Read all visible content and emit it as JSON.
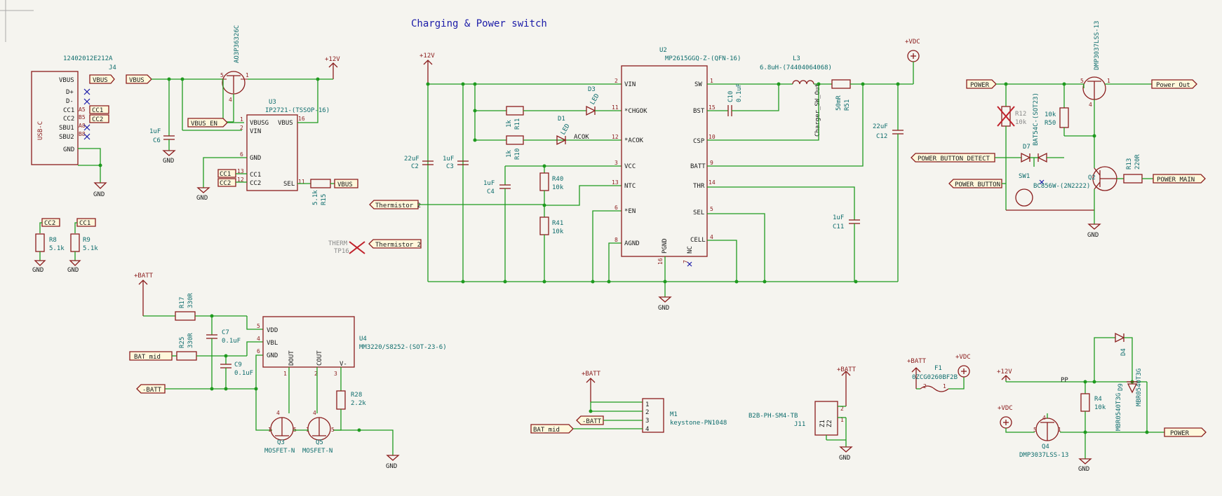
{
  "title": "Charging & Power switch",
  "colors": {
    "wire": "#1f9a1f",
    "body": "#8a1c1c",
    "ref": "#0e6d6d",
    "title": "#1b1ba8",
    "background": "#f5f4ef"
  },
  "usb": {
    "ref": "J4",
    "value": "12402012E212A",
    "body": "USB-C",
    "pins": [
      "VBUS",
      "D+",
      "D-",
      "CC1",
      "CC2",
      "SBU1",
      "SBU2",
      "GND"
    ],
    "pin_nums": [
      "A5",
      "B5",
      "A8",
      "B8"
    ]
  },
  "labels": {
    "vbus": "VBUS",
    "cc1": "CC1",
    "cc2": "CC2",
    "vbus_en": "VBUS_EN",
    "thermistor2": "Thermistor 2",
    "bat_mid": "BAT_mid",
    "minus_batt": "-BATT",
    "power": "POWER",
    "power_out": "Power_Out",
    "power_button_detect": "POWER_BUTTON_DETECT",
    "power_button": "POWER_BUTTON",
    "power_main": "POWER_MAIN",
    "charger_sw_out": "Charger_SW_Out",
    "acok": "ACOK",
    "pp": "PP"
  },
  "power": {
    "p12v": "+12V",
    "batt": "+BATT",
    "vdc": "+VDC",
    "gnd": "GND"
  },
  "parts": {
    "q_top": {
      "ref": "AO3P36326C"
    },
    "u3": {
      "ref": "U3",
      "value": "IP2721-(TSSOP-16)",
      "pins": [
        "VBUSG",
        "VIN",
        "GND",
        "CC1",
        "CC2",
        "VBUS",
        "SEL"
      ],
      "nums": [
        "1",
        "2",
        "6",
        "13",
        "12",
        "16",
        "11"
      ]
    },
    "c6": {
      "ref": "C6",
      "value": "1uF"
    },
    "r15": {
      "ref": "R15",
      "value": "5.1k"
    },
    "r8": {
      "ref": "R8",
      "value": "5.1k"
    },
    "r9": {
      "ref": "R9",
      "value": "5.1k"
    },
    "tp16": {
      "ref": "TP16",
      "value": "THERM"
    },
    "u2": {
      "ref": "U2",
      "value": "MP2615GGQ-Z-(QFN-16)",
      "left_pins": [
        "VIN",
        "*CHGOK",
        "*ACOK",
        "VCC",
        "NTC",
        "*EN",
        "AGND"
      ],
      "left_nums": [
        "2",
        "11",
        "12",
        "3",
        "13",
        "6",
        "8"
      ],
      "right_pins": [
        "SW",
        "BST",
        "CSP",
        "BATT",
        "THR",
        "SEL",
        "CELL"
      ],
      "right_nums": [
        "1",
        "15",
        "10",
        "9",
        "14",
        "5",
        "4"
      ],
      "bottom_pins": [
        "PGND",
        "NC"
      ],
      "bottom_nums": [
        "16",
        "7"
      ]
    },
    "c2": {
      "ref": "C2",
      "value": "22uF"
    },
    "c3": {
      "ref": "C3",
      "value": "1uF"
    },
    "c4": {
      "ref": "C4",
      "value": "1uF"
    },
    "r11": {
      "ref": "R11",
      "value": "1k"
    },
    "r10": {
      "ref": "R10",
      "value": "1k"
    },
    "d3": {
      "ref": "D3",
      "value": "LED"
    },
    "d1": {
      "ref": "D1",
      "value": "LED"
    },
    "r40": {
      "ref": "R40",
      "value": "10k"
    },
    "r41": {
      "ref": "R41",
      "value": "10k"
    },
    "c10": {
      "ref": "C10",
      "value": "0.1uF"
    },
    "l3": {
      "ref": "L3",
      "value": "6.8uH-(74404064068)"
    },
    "r51": {
      "ref": "R51",
      "value": "50mR"
    },
    "c12": {
      "ref": "C12",
      "value": "22uF"
    },
    "c11": {
      "ref": "C11",
      "value": "1uF"
    },
    "q_power": {
      "ref": "DMP3037LSS-13"
    },
    "r12": {
      "ref": "R12",
      "value": "10k"
    },
    "r50": {
      "ref": "R50",
      "value": "10k"
    },
    "d7": {
      "ref": "D7",
      "value": "BAT54C-(SOT23)"
    },
    "sw1": {
      "ref": "SW1"
    },
    "q2": {
      "ref": "Q2",
      "value": "BC856W-(2N2222)"
    },
    "r13": {
      "ref": "R13",
      "value": "220R"
    },
    "r17": {
      "ref": "R17",
      "value": "330R"
    },
    "r25": {
      "ref": "R25",
      "value": "330R"
    },
    "c7": {
      "ref": "C7",
      "value": "0.1uF"
    },
    "c9": {
      "ref": "C9",
      "value": "0.1uF"
    },
    "u4": {
      "ref": "U4",
      "value": "MM3220/S8252-(SOT-23-6)",
      "pins": [
        "VDD",
        "VBL",
        "GND",
        "DOUT",
        "COUT",
        "V-"
      ],
      "nums": [
        "5",
        "4",
        "6",
        "1",
        "2",
        "3"
      ]
    },
    "r28": {
      "ref": "R28",
      "value": "2.2k"
    },
    "q3": {
      "ref": "Q3",
      "value": "MOSFET-N"
    },
    "q5": {
      "ref": "Q5",
      "value": "MOSFET-N"
    },
    "m1": {
      "ref": "M1",
      "value": "keystone-PN1048"
    },
    "j11": {
      "ref": "J11",
      "value": "B2B-PH-SM4-TB"
    },
    "f1": {
      "ref": "F1",
      "value": "0ZCG0260BF2B"
    },
    "q4": {
      "ref": "Q4",
      "value": "DMP3037LSS-13"
    },
    "r4": {
      "ref": "R4",
      "value": "10k"
    },
    "d4": {
      "ref": "D4",
      "value": "MBR0540T3G"
    },
    "d9": {
      "ref": "D9",
      "value": "MBR0540T3G"
    }
  }
}
